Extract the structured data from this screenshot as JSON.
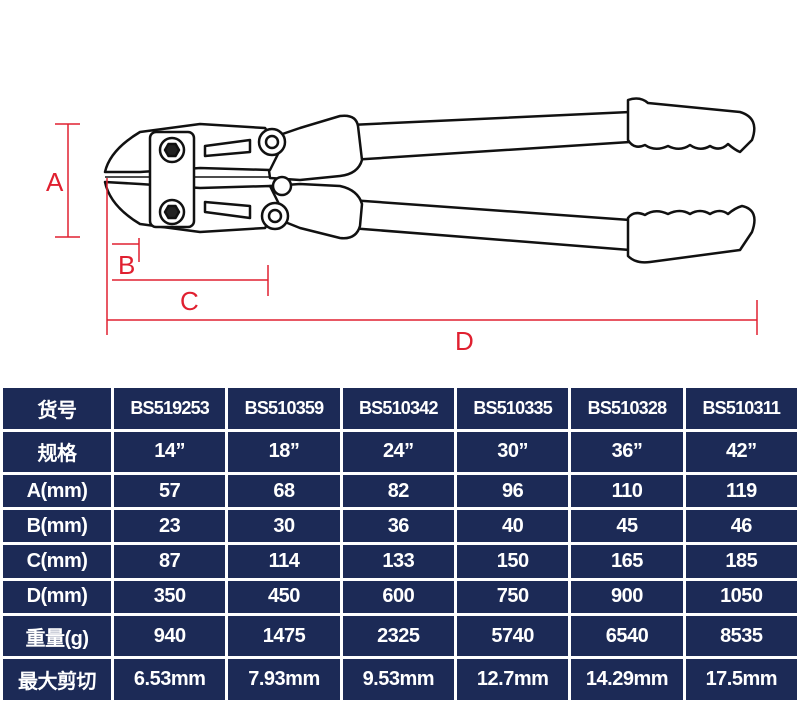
{
  "diagram": {
    "labels": {
      "a": "A",
      "b": "B",
      "c": "C",
      "d": "D"
    },
    "colors": {
      "dimension": "#e02030",
      "outline": "#111111"
    }
  },
  "table": {
    "colors": {
      "cell_bg": "#1c2a56",
      "text": "#ffffff"
    },
    "rows": [
      {
        "label": "货号",
        "values": [
          "BS519253",
          "BS510359",
          "BS510342",
          "BS510335",
          "BS510328",
          "BS510311"
        ]
      },
      {
        "label": "规格",
        "values": [
          "14”",
          "18”",
          "24”",
          "30”",
          "36”",
          "42”"
        ]
      },
      {
        "label": "A(mm)",
        "values": [
          "57",
          "68",
          "82",
          "96",
          "110",
          "119"
        ]
      },
      {
        "label": "B(mm)",
        "values": [
          "23",
          "30",
          "36",
          "40",
          "45",
          "46"
        ]
      },
      {
        "label": "C(mm)",
        "values": [
          "87",
          "114",
          "133",
          "150",
          "165",
          "185"
        ]
      },
      {
        "label": "D(mm)",
        "values": [
          "350",
          "450",
          "600",
          "750",
          "900",
          "1050"
        ]
      },
      {
        "label": "重量(g)",
        "values": [
          "940",
          "1475",
          "2325",
          "5740",
          "6540",
          "8535"
        ]
      },
      {
        "label": "最大剪切",
        "values": [
          "6.53mm",
          "7.93mm",
          "9.53mm",
          "12.7mm",
          "14.29mm",
          "17.5mm"
        ]
      }
    ]
  }
}
